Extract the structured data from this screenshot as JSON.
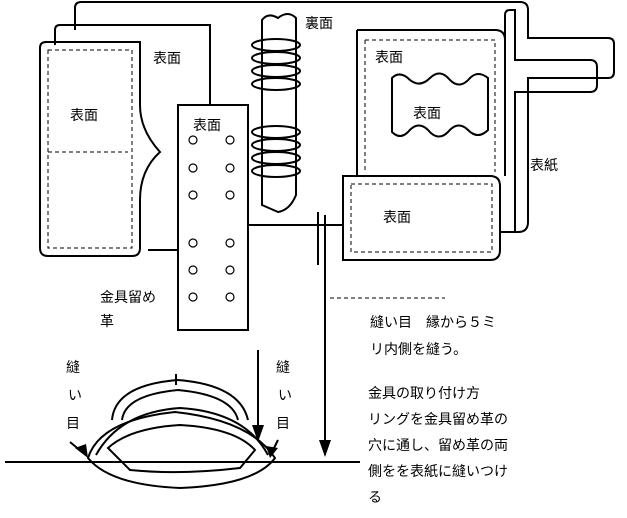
{
  "labels": {
    "omote_left_top": "表面",
    "omote_left_inner": "表面",
    "omote_strap_top": "表面",
    "ura": "裏面",
    "omote_right_top": "表面",
    "omote_right_inner": "表面",
    "omote_right_flap": "表面",
    "hyoshi": "表紙",
    "strap_line1": "金具留め",
    "strap_line2": "革",
    "stitch_left_1": "縫",
    "stitch_left_2": "い",
    "stitch_left_3": "目",
    "stitch_right_1": "縫",
    "stitch_right_2": "い",
    "stitch_right_3": "目"
  },
  "notes": {
    "seam_line1": "縫い目　縁から５ミ",
    "seam_line2": "リ内側を縫う。",
    "attach_line1": "金具の取り付け方",
    "attach_line2": "リングを金具留め革の",
    "attach_line3": "穴に通し、留め革の両",
    "attach_line4": "側をを表紙に縫いつけ",
    "attach_line5": "る"
  }
}
